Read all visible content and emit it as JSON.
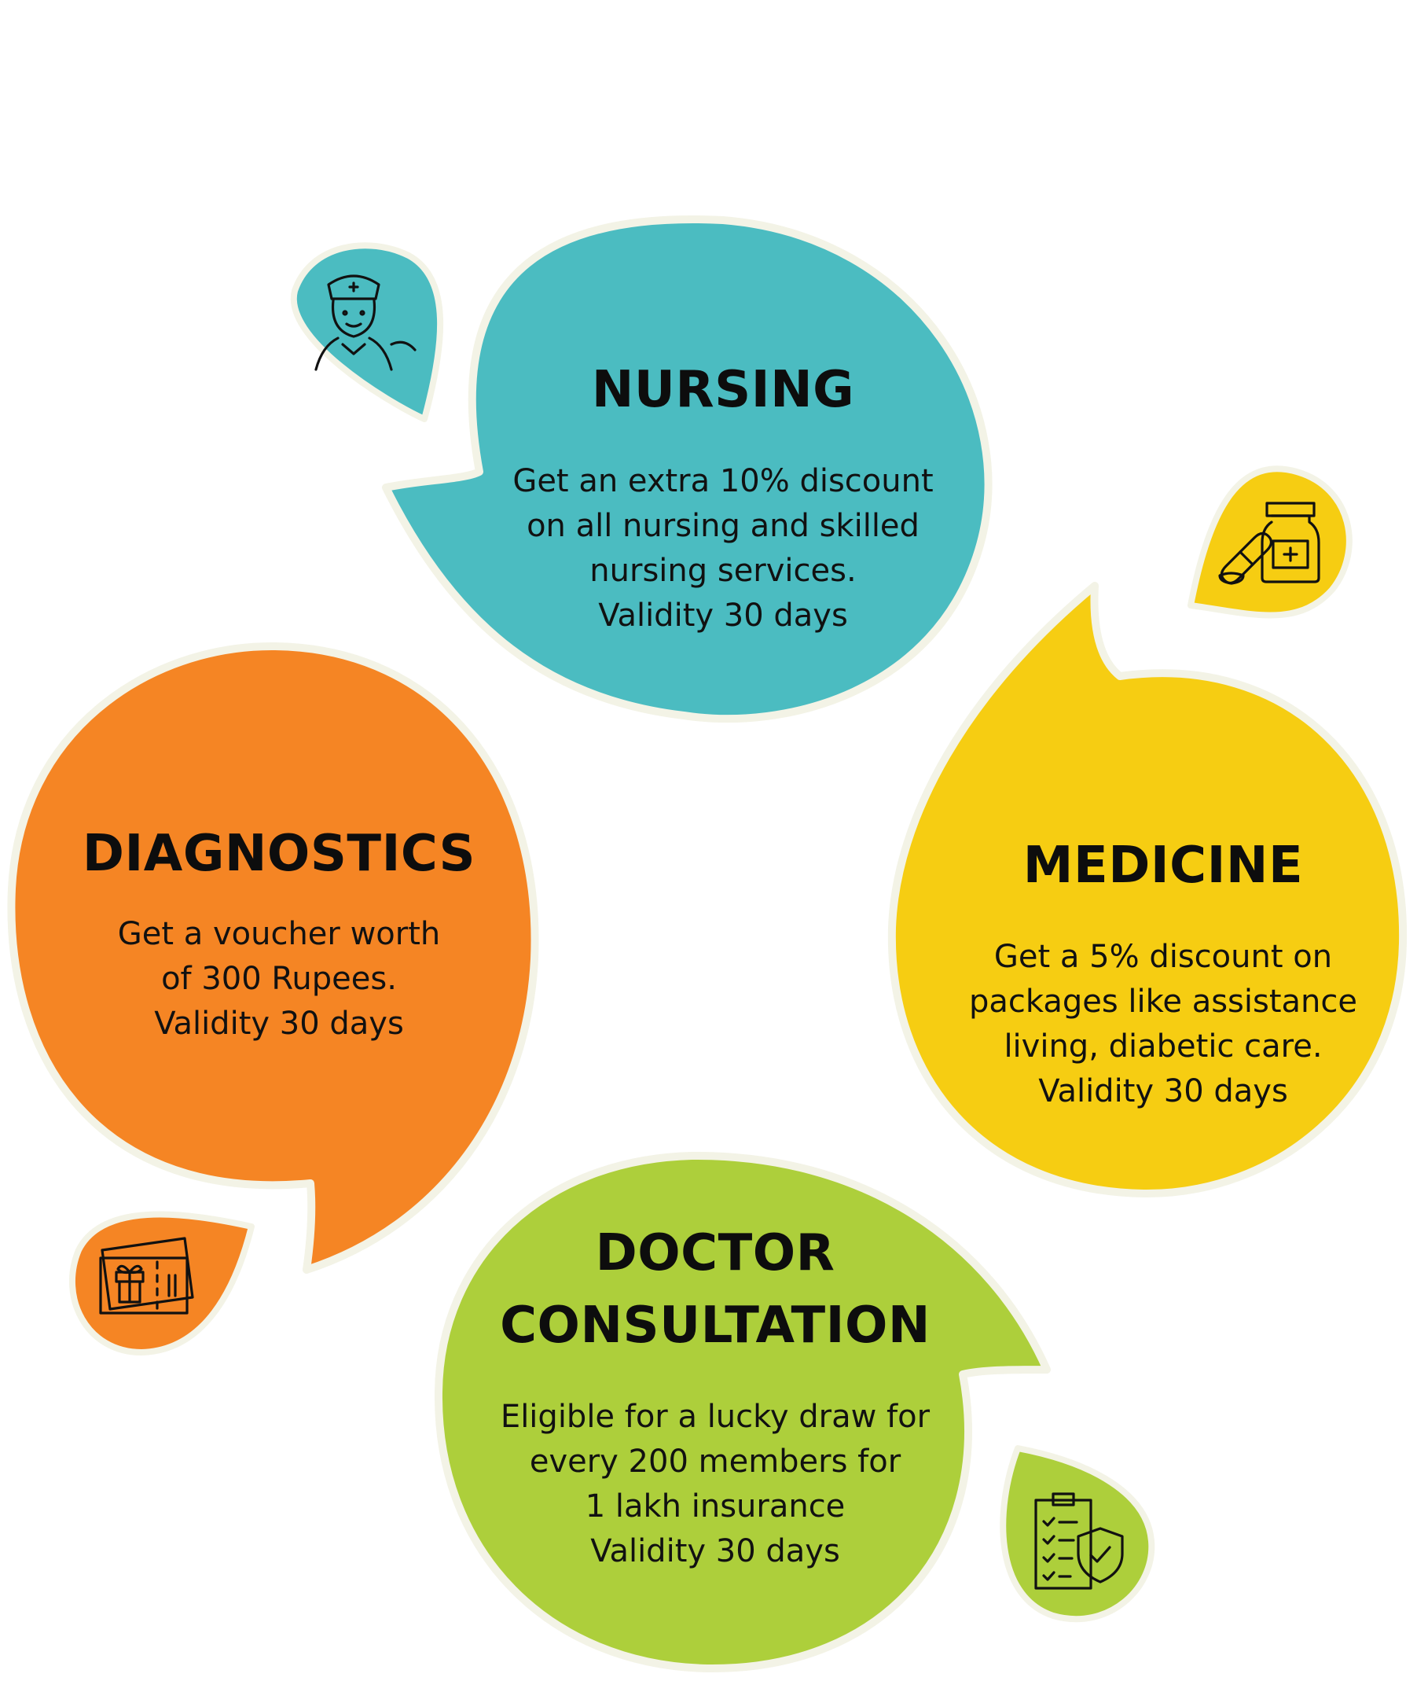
{
  "nursing": {
    "title": "NURSING",
    "lines": [
      "Get an extra 10% discount",
      "on all nursing and skilled",
      "nursing services.",
      "Validity 30 days"
    ],
    "color": "#4bbcc1",
    "icon": "nurse-icon"
  },
  "diagnostics": {
    "title": "DIAGNOSTICS",
    "lines": [
      "Get a voucher worth",
      "of 300 Rupees.",
      "Validity 30 days"
    ],
    "color": "#f58524",
    "icon": "gift-voucher-icon"
  },
  "medicine": {
    "title": "MEDICINE",
    "lines": [
      "Get a 5% discount on",
      "packages like assistance",
      "living, diabetic care.",
      "Validity 30 days"
    ],
    "color": "#f6cd12",
    "icon": "medicine-bottle-icon"
  },
  "doctor": {
    "title_lines": [
      "DOCTOR",
      "CONSULTATION"
    ],
    "lines": [
      "Eligible for a lucky draw for",
      "every 200 members for",
      "1 lakh insurance",
      "Validity 30 days"
    ],
    "color": "#adcf3b",
    "icon": "insurance-clipboard-icon"
  }
}
